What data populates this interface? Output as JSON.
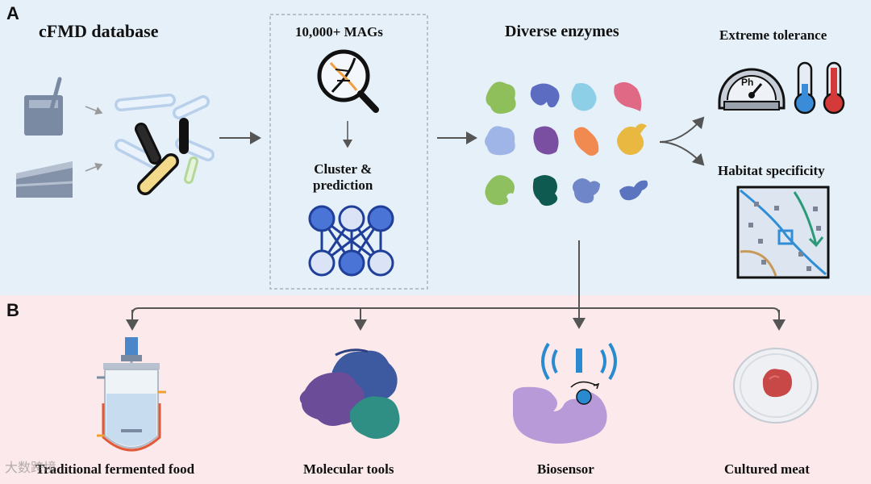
{
  "panels": {
    "a": {
      "label": "A",
      "database_title": "cFMD database",
      "mags_title": "10,000+ MAGs",
      "cluster_line1": "Cluster &",
      "cluster_line2": "prediction",
      "enzymes_title": "Diverse enzymes",
      "tolerance_title": "Extreme tolerance",
      "habitat_title": "Habitat specificity",
      "ph_meter_text": "Ph"
    },
    "b": {
      "label": "B",
      "applications": [
        {
          "label": "Traditional fermented food",
          "icon": "fermenter-icon"
        },
        {
          "label": "Molecular tools",
          "icon": "protein-complex-icon"
        },
        {
          "label": "Biosensor",
          "icon": "biosensor-icon"
        },
        {
          "label": "Cultured meat",
          "icon": "petri-dish-icon"
        }
      ]
    }
  },
  "watermark": "大数跨境",
  "colors": {
    "panel_a_bg": "#e6f0f8",
    "panel_b_bg": "#fbe9eb",
    "node_dark": "#3f66c8",
    "node_light": "#d4dff5",
    "enzyme_colors": [
      "#8fbf5a",
      "#5c6cc0",
      "#8ecfe8",
      "#e06a85",
      "#9fb5e8",
      "#7a4ea0",
      "#f08a50",
      "#e8b840",
      "#8fc060",
      "#0f5a50",
      "#6f86c8",
      "#5a74c0"
    ]
  }
}
